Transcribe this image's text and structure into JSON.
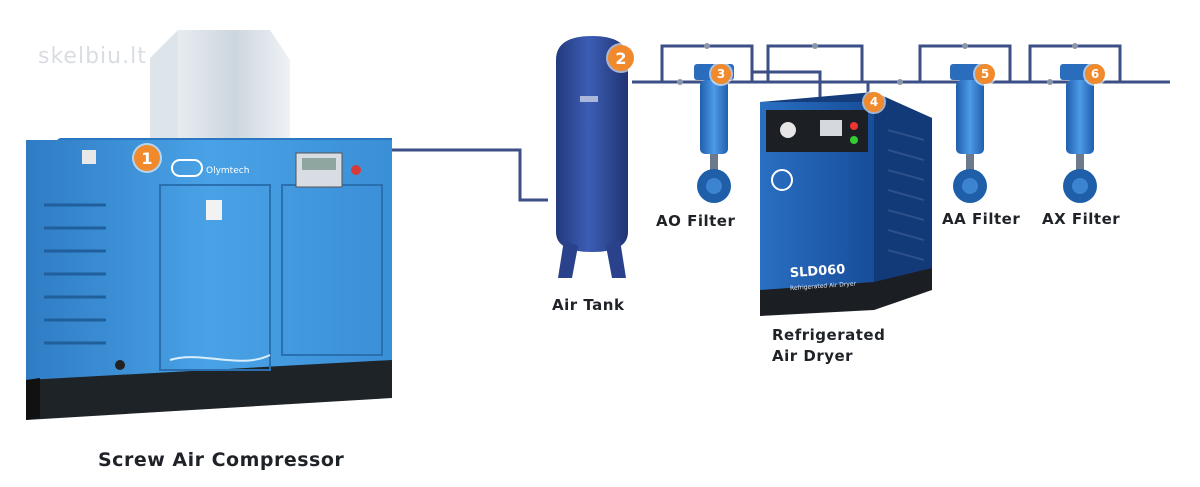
{
  "watermark": "skelbiu.lt",
  "labels": {
    "compressor": "Screw Air Compressor",
    "tank": "Air Tank",
    "ao_filter": "AO Filter",
    "dryer_line1": "Refrigerated",
    "dryer_line2": "Air Dryer",
    "aa_filter": "AA Filter",
    "ax_filter": "AX Filter"
  },
  "brand": "Olymtech",
  "dryer_model": "SLD060",
  "dryer_subtitle": "Refrigerated Air Dryer",
  "steps": [
    "1",
    "2",
    "3",
    "4",
    "5",
    "6"
  ],
  "colors": {
    "compressor_blue": "#3a8fd6",
    "pipe": "#3c4f86",
    "tank_blue": "#2f4ea0",
    "dryer_blue": "#1e5fb0",
    "filter_blue": "#2f7ad0",
    "step_orange": "#f08a2c"
  }
}
